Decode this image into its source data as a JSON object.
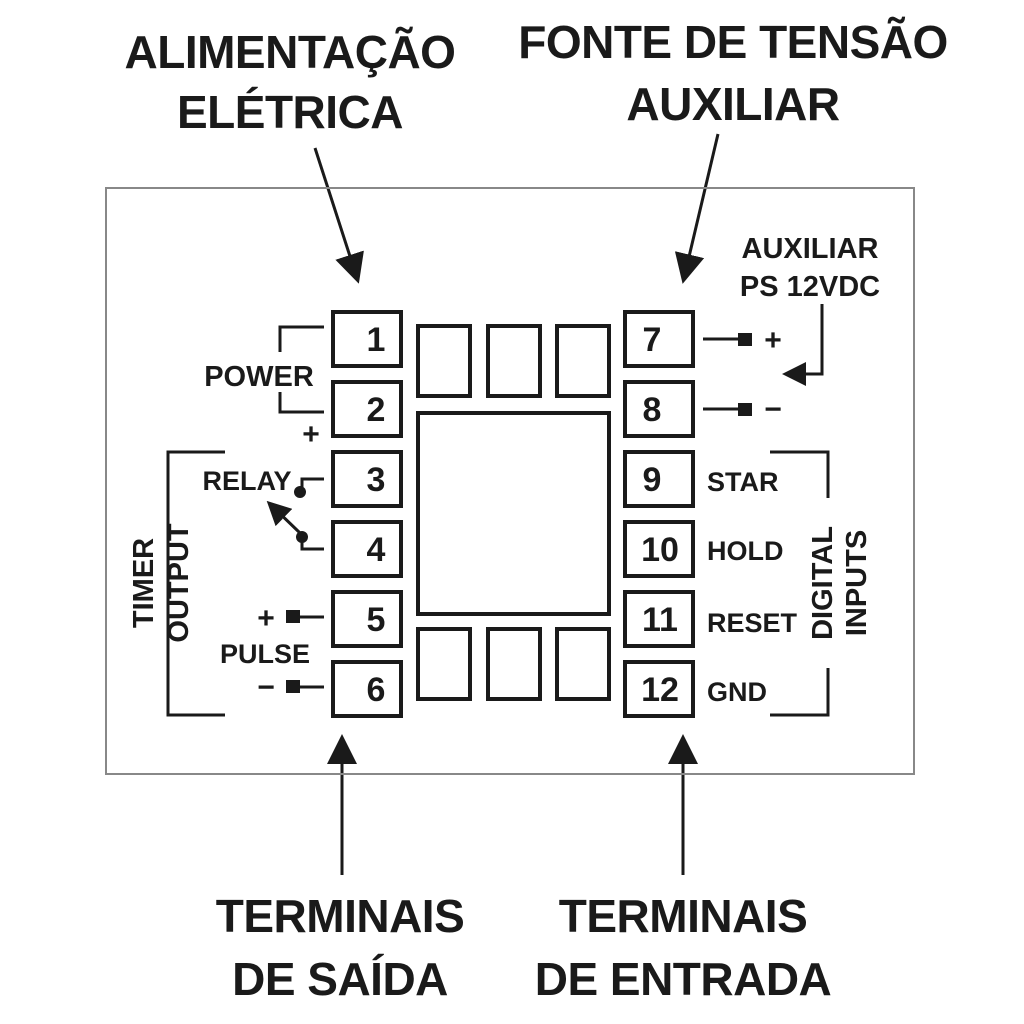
{
  "callouts": {
    "power_supply": [
      "ALIMENTAÇÃO",
      "ELÉTRICA"
    ],
    "aux_source": [
      "FONTE DE TENSÃO",
      "AUXILIAR"
    ],
    "output_terminals": [
      "TERMINAIS",
      "DE SAÍDA"
    ],
    "input_terminals": [
      "TERMINAIS",
      "DE ENTRADA"
    ]
  },
  "left_labels": {
    "power": "POWER",
    "plus": "+",
    "relay": "RELAY",
    "pulse": "PULSE",
    "pulse_plus": "+",
    "pulse_minus": "−",
    "group": [
      "TIMER",
      "OUTPUT"
    ]
  },
  "right_labels": {
    "aux": [
      "AUXILIAR",
      "PS 12VDC"
    ],
    "aux_plus": "+",
    "aux_minus": "−",
    "group": [
      "DIGITAL",
      "INPUTS"
    ]
  },
  "terminals_left": [
    "1",
    "2",
    "3",
    "4",
    "5",
    "6"
  ],
  "terminals_right": [
    "7",
    "8",
    "9",
    "10",
    "11",
    "12"
  ],
  "input_names": [
    "STAR",
    "HOLD",
    "RESET",
    "GND"
  ],
  "colors": {
    "ink": "#1a1a1a",
    "frame": "#888888",
    "background": "#ffffff"
  }
}
